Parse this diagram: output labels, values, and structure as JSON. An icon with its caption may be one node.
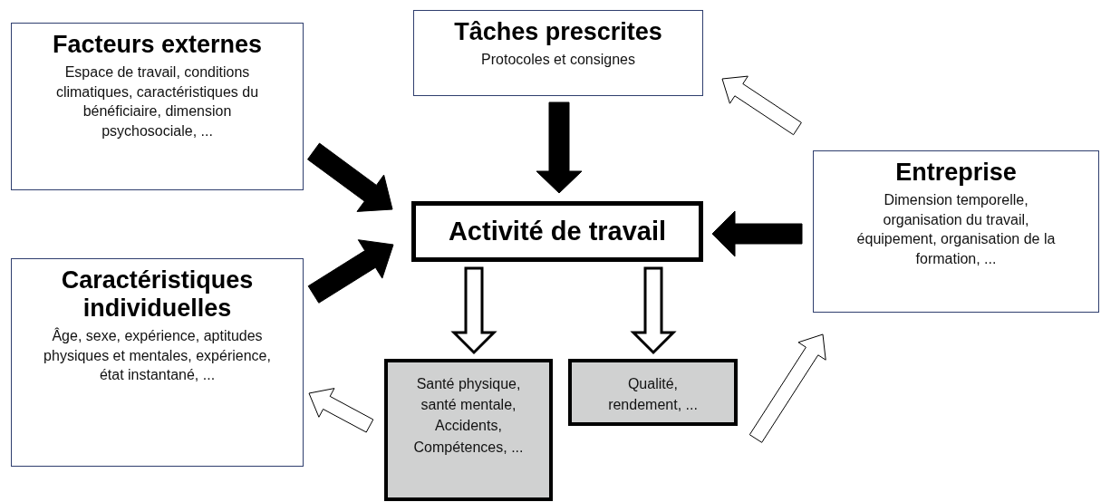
{
  "diagram": {
    "nodes": [
      {
        "text": [
          "Facteurs externes",
          "Espace de travail, conditions climatiques, caractéristiques du bénéficiaire, dimension psychosociale, ..."
        ]
      },
      {
        "text": [
          "Tâches prescrites",
          "Protocoles et consignes"
        ]
      },
      {
        "text": [
          "Entreprise",
          "Dimension temporelle, organisation du travail, équipement, organisation de la formation, ..."
        ]
      },
      {
        "text": [
          "Caractéristiques individuelles",
          "Âge, sexe, expérience, aptitudes physiques et mentales, expérience, état instantané, ..."
        ]
      },
      {
        "text": [
          "Activité de travail"
        ]
      },
      {
        "text": [
          "Santé physique, santé mentale, Accidents, Compétences, ..."
        ]
      },
      {
        "text": [
          "Qualité, rendement, ..."
        ]
      }
    ],
    "edges": [
      {
        "from": 0,
        "to": 4,
        "arrow": "to",
        "style": "thick"
      },
      {
        "from": 1,
        "to": 4,
        "arrow": "to",
        "style": "thick"
      },
      {
        "from": 2,
        "to": 4,
        "arrow": "to",
        "style": "thick"
      },
      {
        "from": 3,
        "to": 4,
        "arrow": "to",
        "style": "thick"
      },
      {
        "from": 4,
        "to": 5,
        "arrow": "to"
      },
      {
        "from": 4,
        "to": 6,
        "arrow": "to"
      },
      {
        "from": 5,
        "to": 3,
        "arrow": "to"
      },
      {
        "from": 6,
        "to": 2,
        "arrow": "to"
      },
      {
        "from": 2,
        "to": 1,
        "arrow": "to"
      }
    ]
  }
}
